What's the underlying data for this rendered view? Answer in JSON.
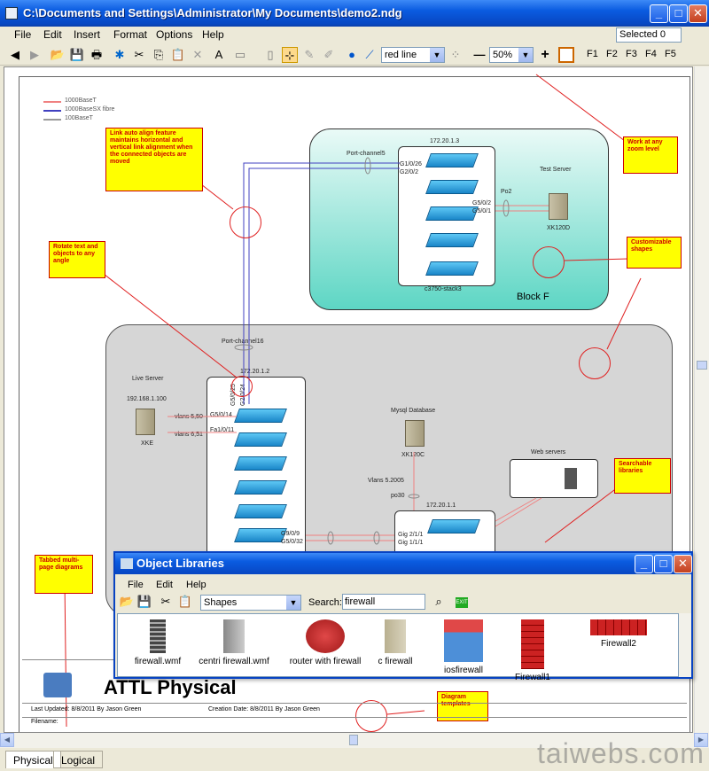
{
  "window": {
    "title": "C:\\Documents and Settings\\Administrator\\My Documents\\demo2.ndg",
    "minimize": "_",
    "maximize": "□",
    "close": "✕"
  },
  "menu": [
    "File",
    "Edit",
    "Insert",
    "Format",
    "Options",
    "Help"
  ],
  "selected_box": "Selected 0",
  "toolbar": {
    "line_style": "red line",
    "zoom": "50%",
    "fkeys": [
      "F1",
      "F2",
      "F3",
      "F4",
      "F5"
    ]
  },
  "legend": [
    "1000BaseT",
    "1000BaseSX fibre",
    "100BaseT"
  ],
  "legend_colors": [
    "#f08080",
    "#4040c0",
    "#999999"
  ],
  "notes": {
    "link_align": "Link auto align feature maintains horizontal and vertical link alignment when the connected objects are moved",
    "rotate": "Rotate text and objects to any angle",
    "zoom_level": "Work at any zoom level",
    "shapes": "Customizable shapes",
    "libraries": "Searchable libraries",
    "tabbed": "Tabbed multi-page diagrams",
    "templates": "Diagram templates"
  },
  "block_f": {
    "name": "Block F",
    "stack_ip": "172.20.1.3",
    "stack_name": "c3750-stack3",
    "port_channel": "Port-channel5",
    "ports_left": [
      "G1/0/26",
      "G2/0/2"
    ],
    "ports_right": [
      "G5/0/2",
      "G5/0/1"
    ],
    "po": "Po2",
    "server_title": "Test Server",
    "server_name": "XK120D"
  },
  "main_block": {
    "port_channel": "Port-channel16",
    "stack_ip": "172.20.1.2",
    "live_server": "Live Server",
    "live_ip": "192.168.1.100",
    "live_name": "XKE",
    "vlans1": "vlans 5,50",
    "vlans2": "vlans 6,51",
    "port1": "G5/0/14",
    "port2": "Fa1/0/11",
    "vertical_ports": [
      "G5/0/25",
      "G2/0/24"
    ],
    "mysql": "Mysql Database",
    "mysql_name": "XK120C",
    "web": "Web servers",
    "vlans3": "Vlans 5.2005",
    "po30": "po30",
    "stack2_ip": "172.20.1.1",
    "gig1": "Gig 2/1/1",
    "gig2": "Gig 1/1/1",
    "g9": "G9/0/9",
    "g5": "G5/0/32"
  },
  "footer": {
    "title": "ATTL Physical",
    "last_updated": "Last Updated: 8/8/2011 By Jason Green",
    "creation": "Creation Date: 8/8/2011 By Jason Green",
    "filename": "Filename:"
  },
  "tabs": [
    "Physical",
    "Logical"
  ],
  "objlib": {
    "title": "Object Libraries",
    "menu": [
      "File",
      "Edit",
      "Help"
    ],
    "category": "Shapes",
    "search_label": "Search:",
    "search_value": "firewall",
    "items": [
      "firewall.wmf",
      "centri firewall.wmf",
      "router with firewall",
      "c firewall",
      "iosfirewall",
      "Firewall1",
      "Firewall2"
    ]
  },
  "watermark": "taiwebs.com"
}
